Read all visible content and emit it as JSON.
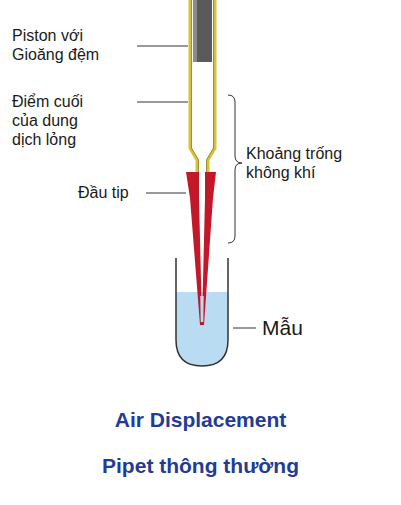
{
  "diagram": {
    "title": "Air Displacement",
    "caption": "Pipet thông thường",
    "labels": [
      "Piston với Gioăng đệm",
      "Điểm cuối của dung dịch lỏng",
      "Đầu tip",
      "Khoảng trống không khí",
      "Mẫu"
    ]
  }
}
